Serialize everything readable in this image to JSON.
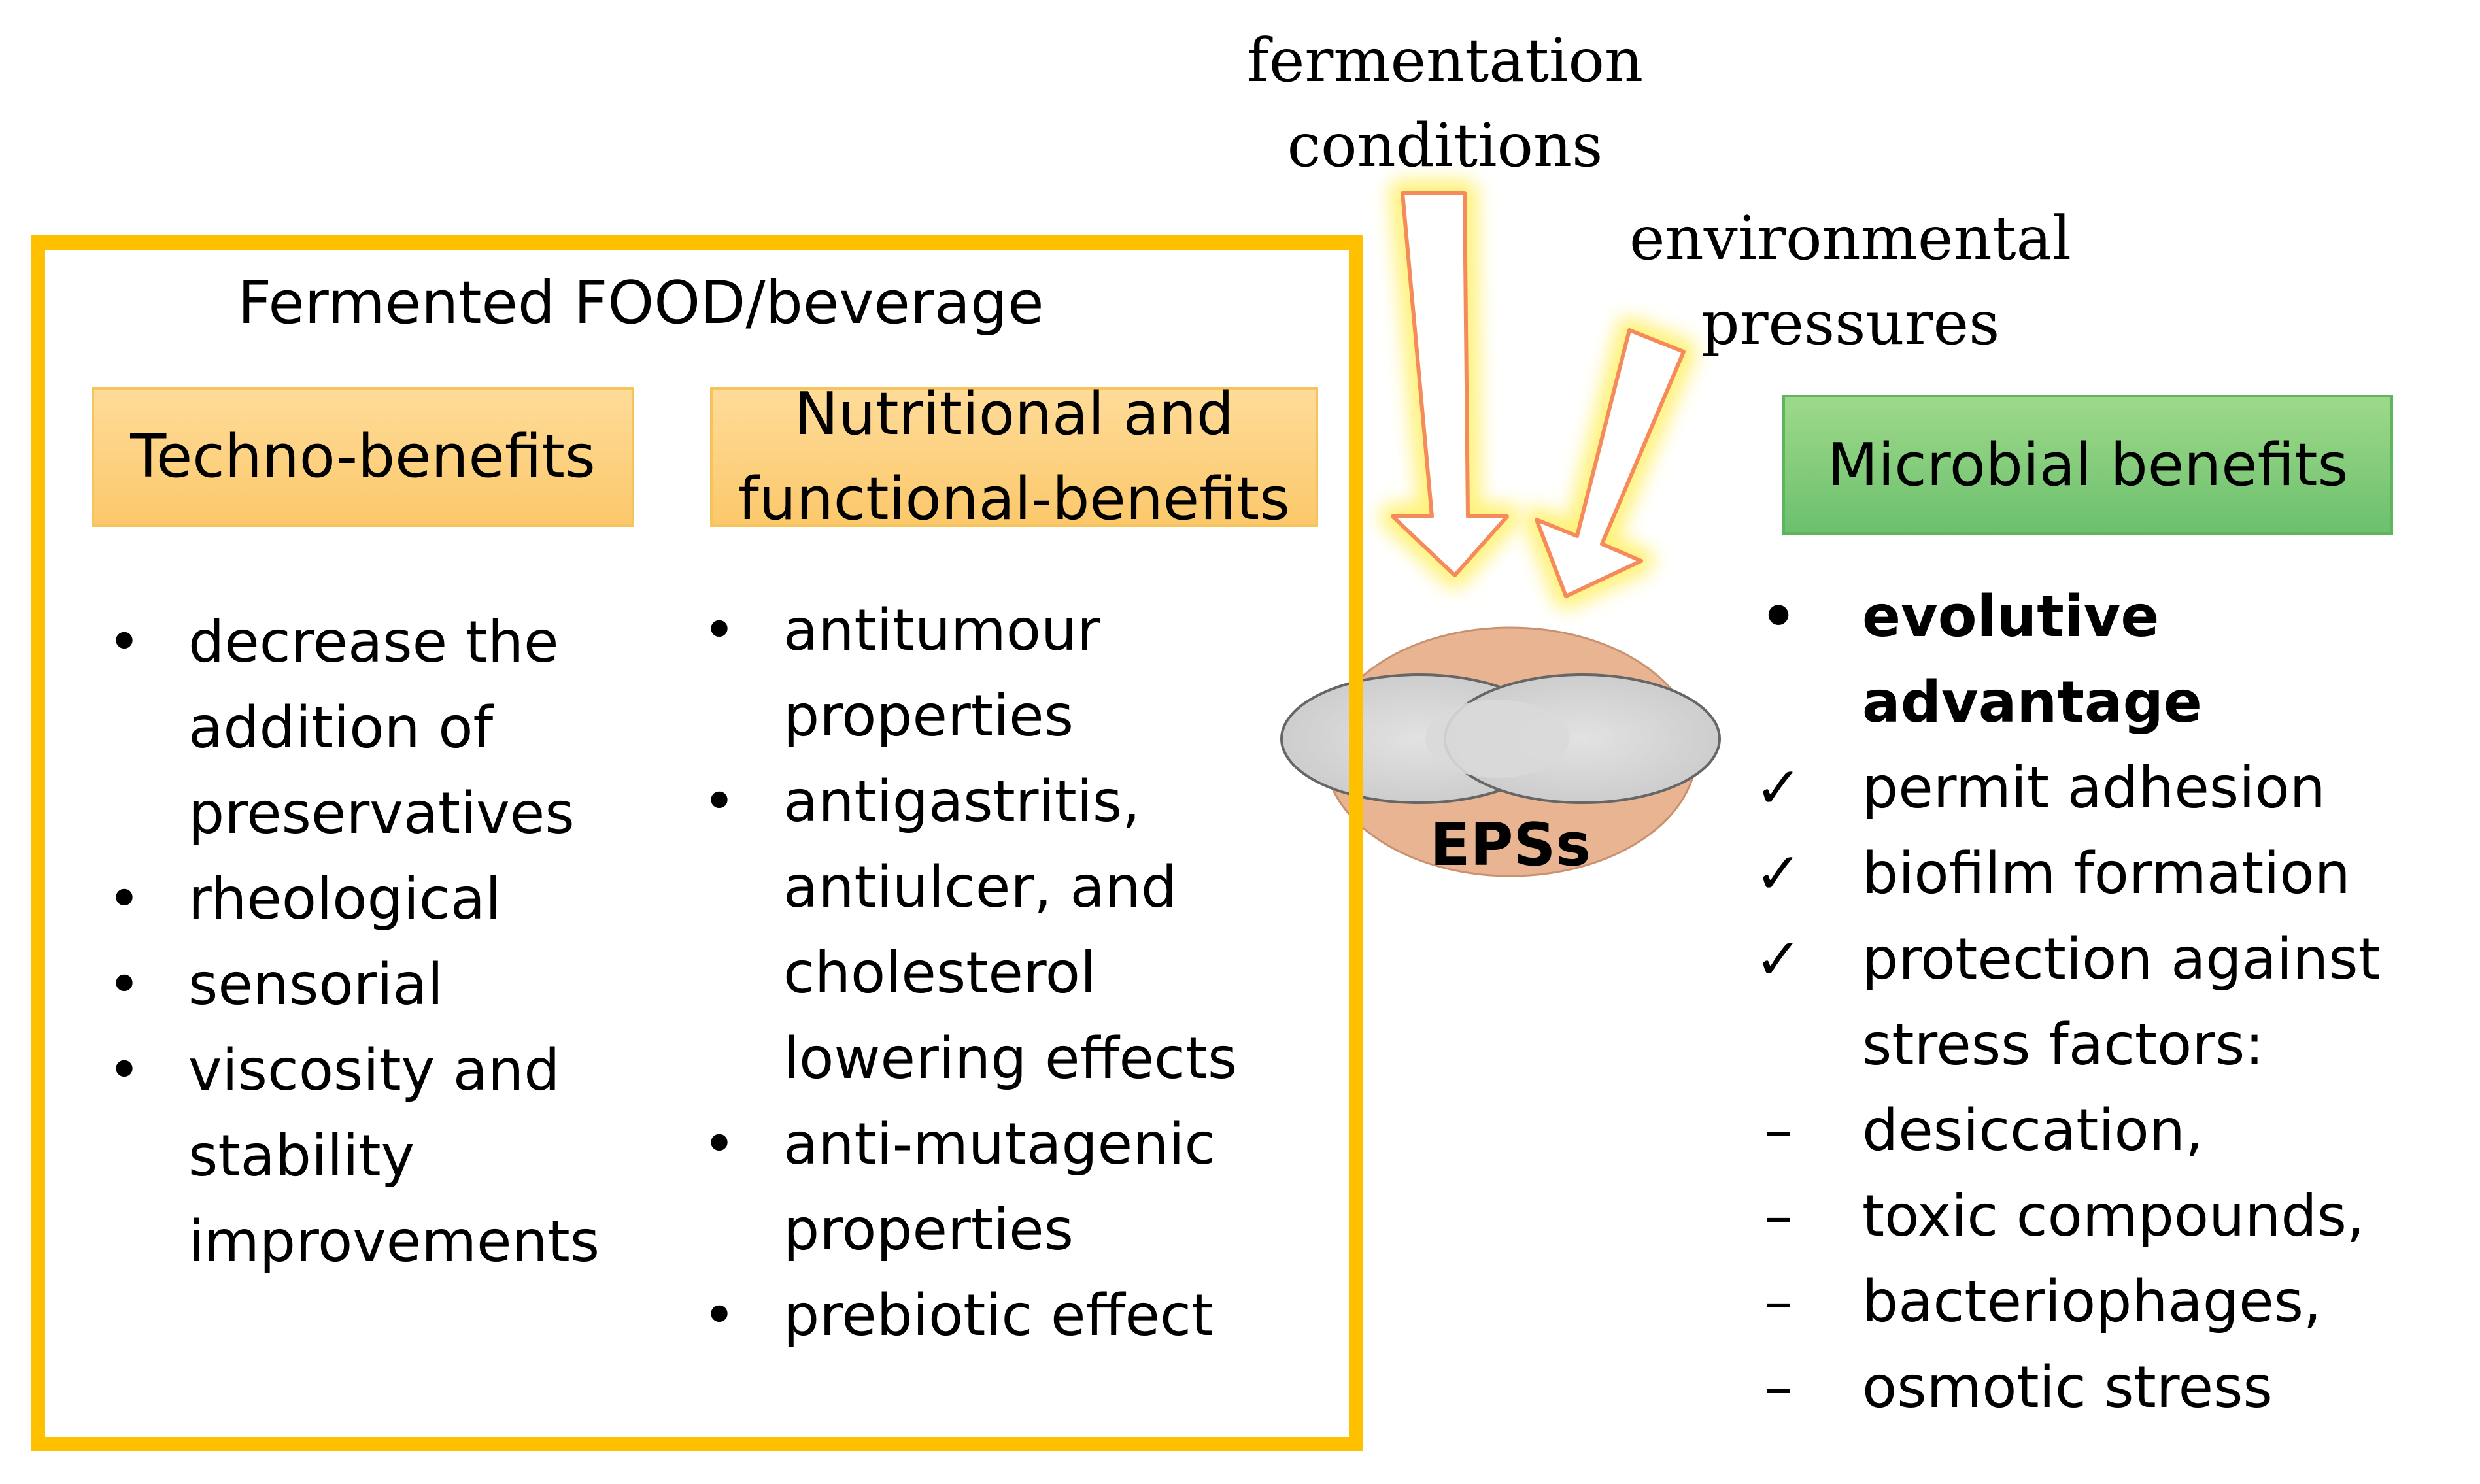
{
  "title": "Fermented FOOD/beverage",
  "techno_header": "Techno-benefits",
  "nutri_header": "Nutritional and functional-benefits",
  "microbial_header": "Microbial benefits",
  "techno_items": [
    "decrease the addition of preservatives",
    "rheological",
    "sensorial",
    "viscosity and stability improvements"
  ],
  "nutri_items": [
    "antitumour properties",
    "antigastritis, antiulcer, and cholesterol lowering effects",
    "anti-mutagenic properties",
    "prebiotic effect"
  ],
  "microbial_items": [
    {
      "marker": "•",
      "text": "evolutive advantage",
      "bold": true
    },
    {
      "marker": "✓",
      "text": "permit adhesion"
    },
    {
      "marker": "✓",
      "text": "biofilm formation"
    },
    {
      "marker": "✓",
      "text": "protection against stress factors:"
    },
    {
      "marker": "–",
      "text": "desiccation,"
    },
    {
      "marker": "–",
      "text": "toxic compounds,"
    },
    {
      "marker": "–",
      "text": "bacteriophages,"
    },
    {
      "marker": "–",
      "text": "osmotic stress"
    }
  ],
  "fermentation_label": "fermentation conditions",
  "environmental_label": "environmental pressures",
  "eps_label": "EPSs",
  "colors": {
    "frame": "#ffc000",
    "orange_box": "#fdd17e",
    "green_box": "#84cc7a",
    "capsule": "#e8b491",
    "cell": "#d6d6d6",
    "arrow_stroke": "#f58a5a",
    "arrow_glow": "#fff27a"
  }
}
